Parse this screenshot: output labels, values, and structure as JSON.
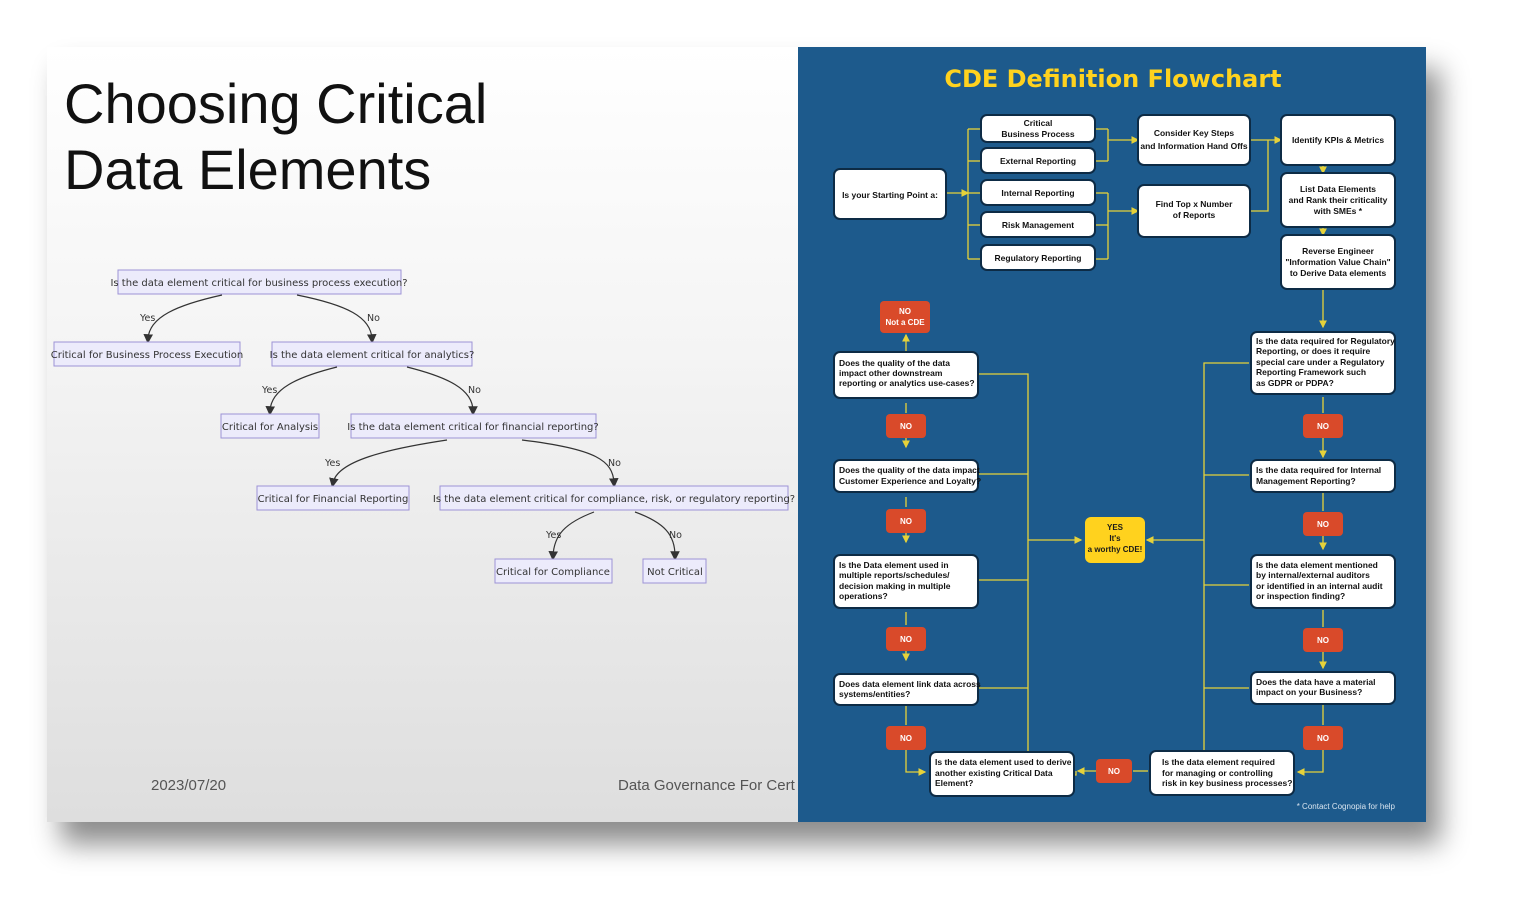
{
  "slide": {
    "title_lines": [
      "Choosing Critical",
      "Data Elements"
    ],
    "date": "2023/07/20",
    "footer": "Data Governance For Cert"
  },
  "decision_tree": {
    "nodes": {
      "q1": "Is the data element critical for business process execution?",
      "r1": "Critical for Business Process Execution",
      "q2": "Is the data element critical for analytics?",
      "r2": "Critical for Analysis",
      "q3": "Is the data element critical for financial reporting?",
      "r3": "Critical for Financial Reporting",
      "q4": "Is the data element critical for compliance, risk, or regulatory reporting?",
      "r4": "Critical for Compliance",
      "r5": "Not Critical"
    },
    "edge_labels": {
      "yes": "Yes",
      "no": "No"
    }
  },
  "flowchart": {
    "title": "CDE Definition Flowchart",
    "start": "Is your Starting Point a:",
    "options": [
      [
        "Critical",
        "Business Process"
      ],
      [
        "External Reporting"
      ],
      [
        "Internal Reporting"
      ],
      [
        "Risk Management"
      ],
      [
        "Regulatory Reporting"
      ]
    ],
    "consider": [
      "Consider Key Steps",
      "and Information Hand Offs"
    ],
    "find_top": [
      "Find Top x Number",
      "of Reports"
    ],
    "identify": [
      "Identify KPIs & Metrics"
    ],
    "list": [
      "List Data Elements",
      "and Rank their criticality",
      "with SMEs *"
    ],
    "reverse": [
      "Reverse Engineer",
      "\"Information Value Chain\"",
      "to Derive Data elements"
    ],
    "no_not_cde": [
      "NO",
      "Not a CDE"
    ],
    "left_questions": [
      [
        "Does the quality of the data",
        "impact other downstream",
        "reporting or analytics use-cases?"
      ],
      [
        "Does the quality of the data impact",
        "Customer Experience and Loyalty?"
      ],
      [
        "Is the Data element used in",
        "multiple reports/schedules/",
        "decision making in multiple",
        "operations?"
      ],
      [
        "Does data element link data across",
        "systems/entities?"
      ]
    ],
    "right_questions": [
      [
        "Is the data required for Regulatory",
        "Reporting, or does it require",
        "special care under a Regulatory",
        "Reporting Framework such",
        "as GDPR or PDPA?"
      ],
      [
        "Is the data required for Internal",
        "Management Reporting?"
      ],
      [
        "Is the data element mentioned",
        "by internal/external auditors",
        "or identified in an internal audit",
        "or inspection finding?"
      ],
      [
        "Does the data have a material",
        "impact on your Business?"
      ]
    ],
    "bottom_left": [
      "Is the data element used to derive",
      "another existing Critical Data",
      "Element?"
    ],
    "bottom_right": [
      "Is the data element required",
      "for managing or controlling",
      "risk in key business processes?"
    ],
    "no_label": "NO",
    "yes_center": [
      "YES",
      "It's",
      "a worthy CDE!"
    ],
    "footnote": "* Contact Cognopia for help"
  },
  "colors": {
    "poster_bg": "#1d5a8c",
    "title_yellow": "#ffd21e",
    "no_red": "#d94a2a",
    "tree_node_fill": "#ecebfb",
    "tree_node_border": "#9d93d6"
  }
}
